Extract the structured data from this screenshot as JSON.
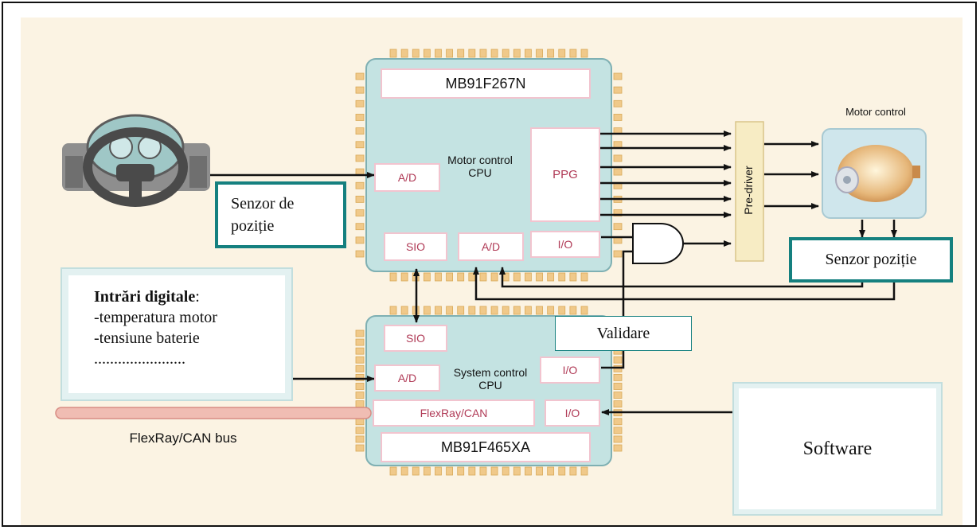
{
  "chips": {
    "top_name": "MB91F267N",
    "top_title_line1": "Motor control",
    "top_title_line2": "CPU",
    "bottom_name": "MB91F465XA",
    "bottom_title_line1": "System control",
    "bottom_title_line2": "CPU"
  },
  "blocks": {
    "top_ad": "A/D",
    "ppg": "PPG",
    "top_sio": "SIO",
    "top_ad2": "A/D",
    "top_io": "I/O",
    "bottom_sio": "SIO",
    "bottom_ad": "A/D",
    "bottom_io1": "I/O",
    "flexray_can": "FlexRay/CAN",
    "bottom_io2": "I/O"
  },
  "labels": {
    "pre_driver": "Pre-driver",
    "motor_control": "Motor control",
    "bus": "FlexRay/CAN bus"
  },
  "boxes": {
    "senzor_de_pozitie_line1": "Senzor de",
    "senzor_de_pozitie_line2": "poziție",
    "senzor_pozitie": "Senzor poziție",
    "validare": "Validare",
    "software": "Software",
    "intrari_title": "Intrări digitale",
    "intrari_colon": ":",
    "intrari_line1": "-temperatura motor",
    "intrari_line2": "-tensiune baterie",
    "intrari_line3": "......................."
  },
  "colors": {
    "background": "#fbf3e3",
    "chip_fill": "#c4e3e2",
    "chip_edge": "#7fb0b3",
    "pin": "#f0c98a",
    "block_text": "#b03a56",
    "block_border": "#f2c4cf",
    "teal_border": "#15807f",
    "predriver_fill": "#f7ecc4"
  }
}
